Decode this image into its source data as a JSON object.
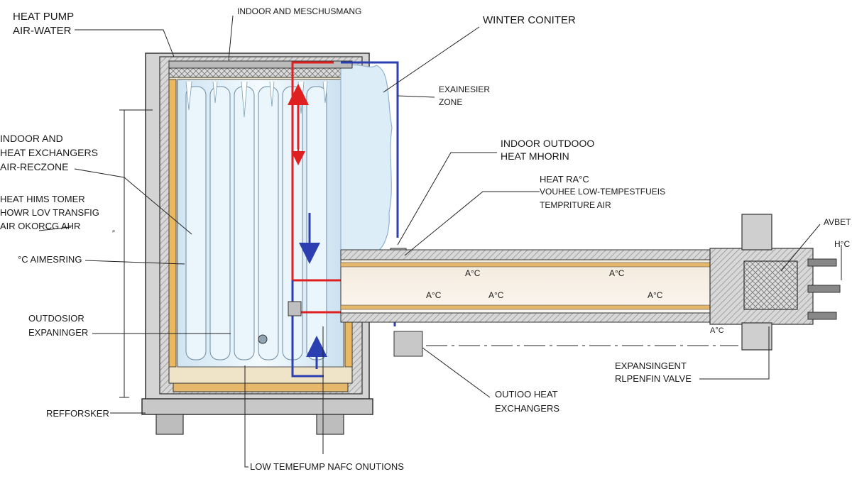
{
  "labels": {
    "heat_pump": "HEAT PUMP",
    "air_water": "AIR-WATER",
    "indoor_and_mesc": "INDOOR AND MESCHUSMANG",
    "winter_coniter": "WINTER CONITER",
    "exainesier": "EXAINESIER",
    "zone": "ZONE",
    "indoor_and": "INDOOR AND",
    "heat_exchangers": "HEAT EXCHANGERS",
    "air_reczone": "AIR-RECZONE",
    "indoor_outdooo": "INDOOR OUTDOOO",
    "heat_mhorin": "HEAT MHORIN",
    "heat_rac": "HEAT RA°C",
    "vouhee_low": "VOUHEE LOW-TEMPESTFUEIS",
    "tempriture_air": "TEMPRITURE AIR",
    "heat_hims": "HEAT HIMS TOMER",
    "howr_low": "HOWR LOV TRANSFIG",
    "okorcg": "AIR OKORCG AHR",
    "c_aimesring": "°C AIMESRING",
    "outdosior": "OUTDOSIOR",
    "expaninger": "EXPANINGER",
    "refforsker": "REFFORSKER",
    "low_temp": "LOW TEMEFUMP NAFC ONUTIONS",
    "outdoo_heat": "OUTIOO HEAT",
    "exchangers": "EXCHANGERS",
    "expansingent": "EXPANSINGENT",
    "rlpenfin": "RLPENFIN VALVE",
    "avbet": "AVBET",
    "hc": "H°C",
    "temp1": "A°C",
    "temp2": "A°C",
    "temp3": "A°C",
    "temp4": "A°C",
    "temp5": "A°C",
    "temp6": "A°C",
    "dim_mark": "″"
  },
  "colors": {
    "hot_line": "#e02020",
    "cold_line": "#2c3fb0",
    "ice": "#dfeff8",
    "casing": "#cfcfcf",
    "insulation": "#e9b860"
  }
}
